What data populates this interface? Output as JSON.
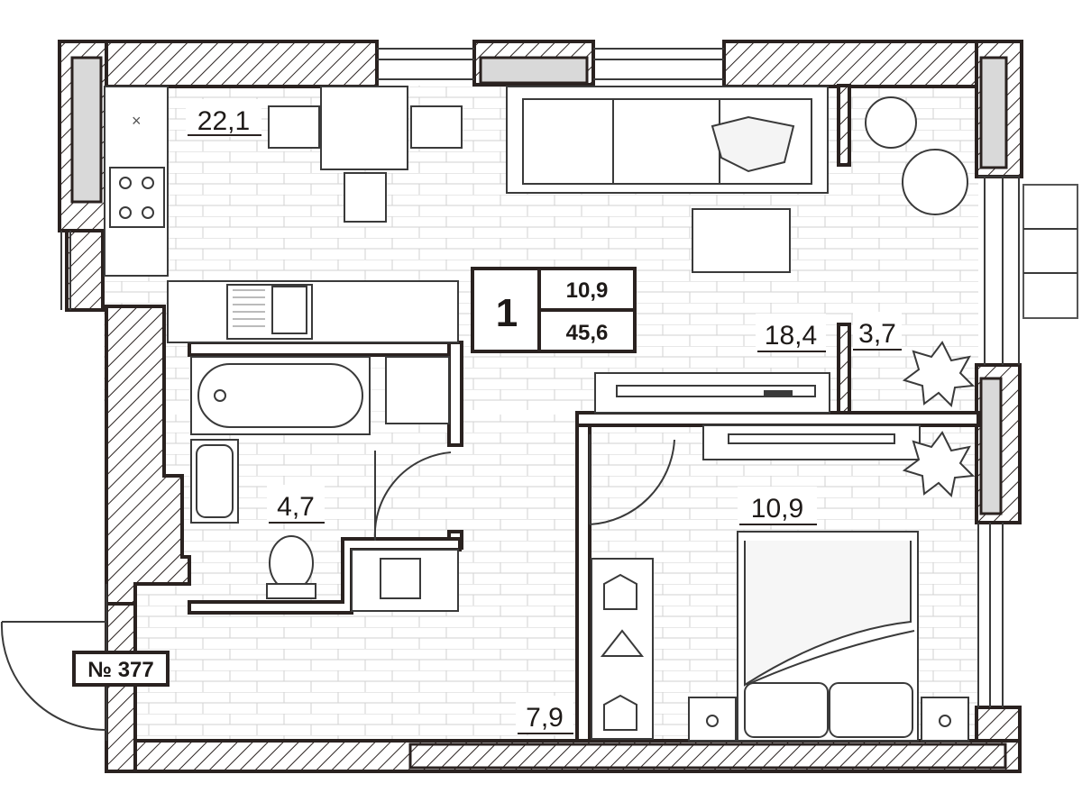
{
  "plan": {
    "apartment_number": "№ 377",
    "summary": {
      "rooms": "1",
      "living_area": "10,9",
      "total_area": "45,6"
    },
    "rooms": [
      {
        "id": "kitchen-living",
        "area": "22,1"
      },
      {
        "id": "living-hall",
        "area": "18,4"
      },
      {
        "id": "balcony",
        "area": "3,7"
      },
      {
        "id": "bathroom",
        "area": "4,7"
      },
      {
        "id": "bedroom",
        "area": "10,9"
      },
      {
        "id": "hallway",
        "area": "7,9"
      }
    ]
  },
  "colors": {
    "wall": "#2a2220",
    "hatch": "#2a2220",
    "fill": "#d9d9d9",
    "line": "#3a3a3a",
    "tile": "#cccccc"
  }
}
